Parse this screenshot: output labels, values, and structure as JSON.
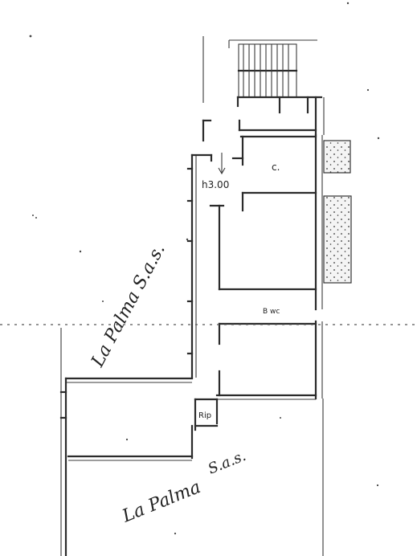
{
  "labels": {
    "room_c": "c.",
    "height": "h3.00",
    "bath": "B wc",
    "storage": "Rip"
  },
  "owners": {
    "upper": "La Palma S.a.s.",
    "lower_line1": "S.a.s.",
    "lower_line2": "La Palma"
  }
}
